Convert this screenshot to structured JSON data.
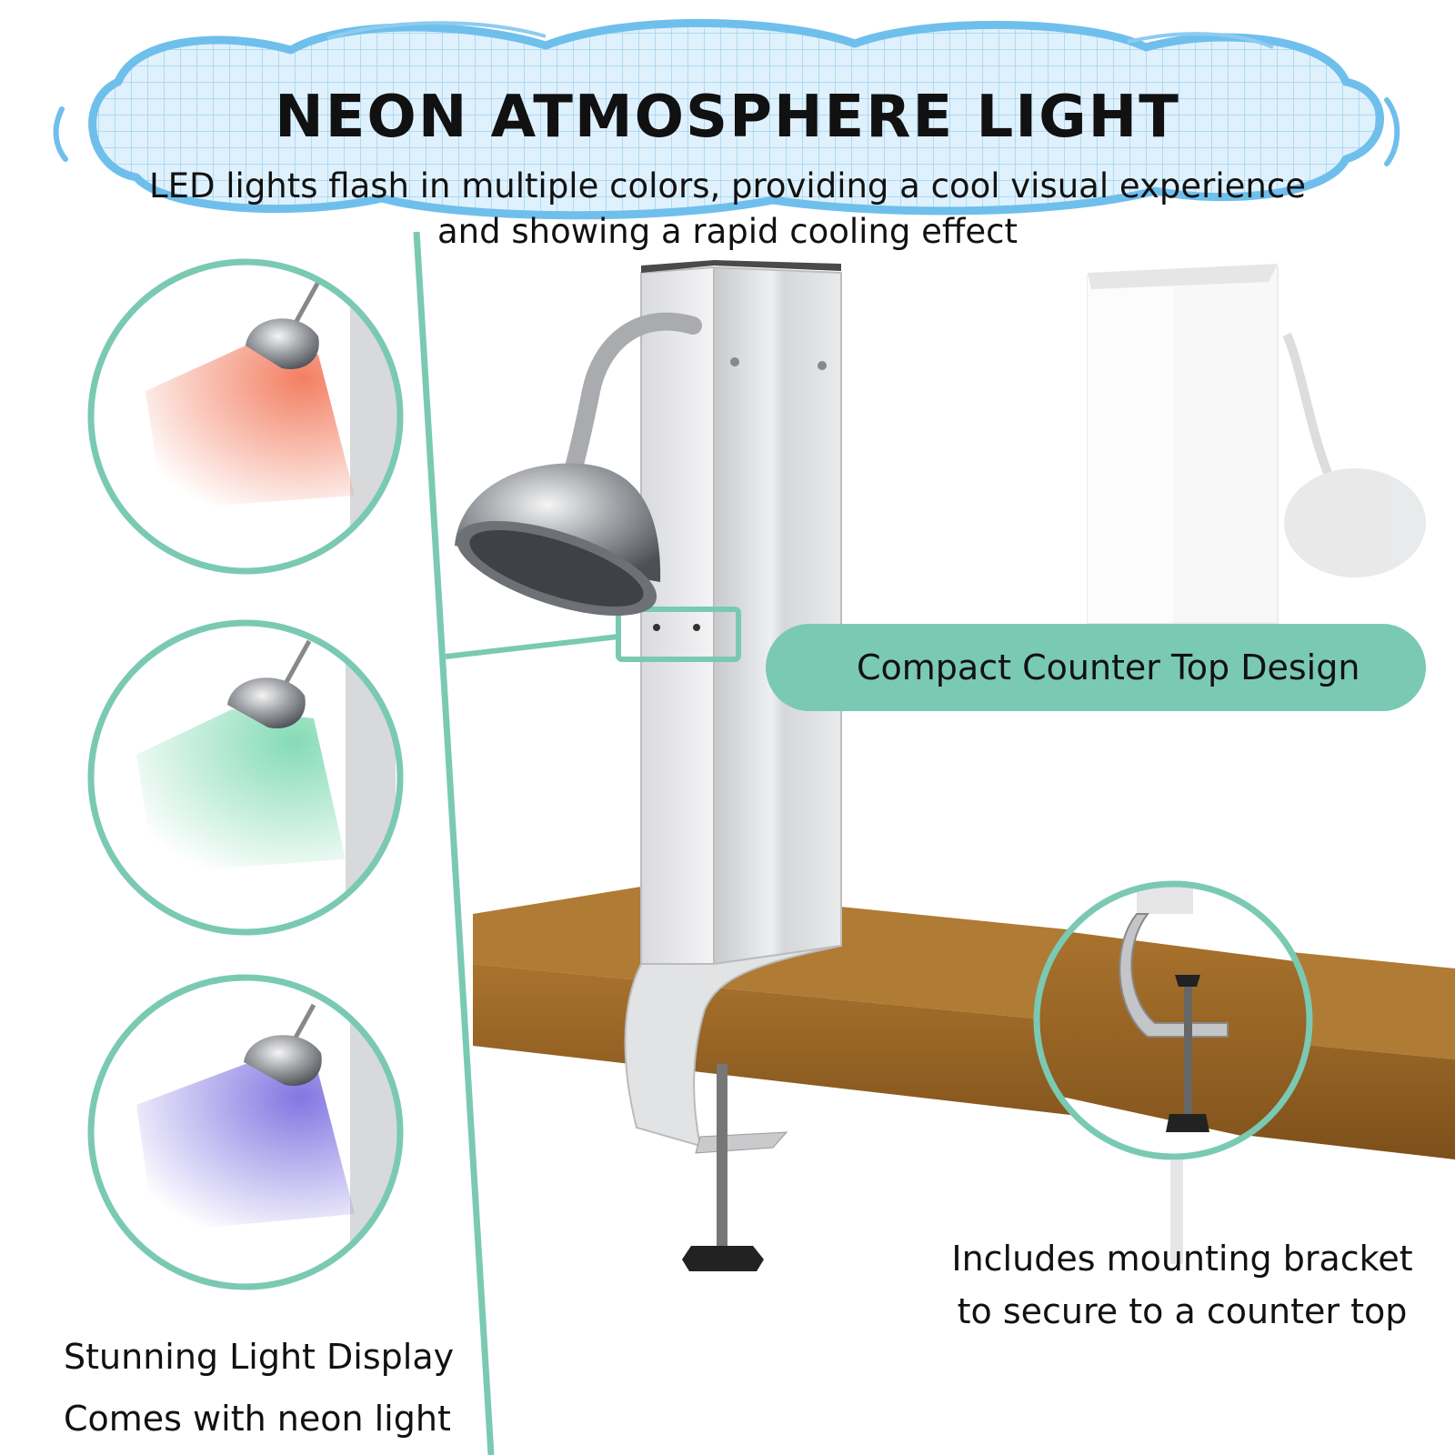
{
  "banner": {
    "title": "NEON ATMOSPHERE LIGHT",
    "subtitle_line1": "LED lights flash in multiple colors, providing a cool visual experience",
    "subtitle_line2": "and showing a rapid cooling effect"
  },
  "callouts": {
    "compact": "Compact Counter Top Design",
    "bracket_line1": "Includes mounting bracket",
    "bracket_line2": "to secure to a counter top",
    "display_line1": "Stunning Light Display",
    "display_line2": "Comes with neon light"
  },
  "light_colors": [
    {
      "name": "orange-light",
      "color": "#f2785a"
    },
    {
      "name": "green-light",
      "color": "#7fd9b2"
    },
    {
      "name": "blue-light",
      "color": "#7c6fe0"
    }
  ],
  "colors": {
    "accent_teal": "#7ac9b3",
    "cloud_blue": "#8ecbf0",
    "counter_wood": "#a06a28"
  }
}
